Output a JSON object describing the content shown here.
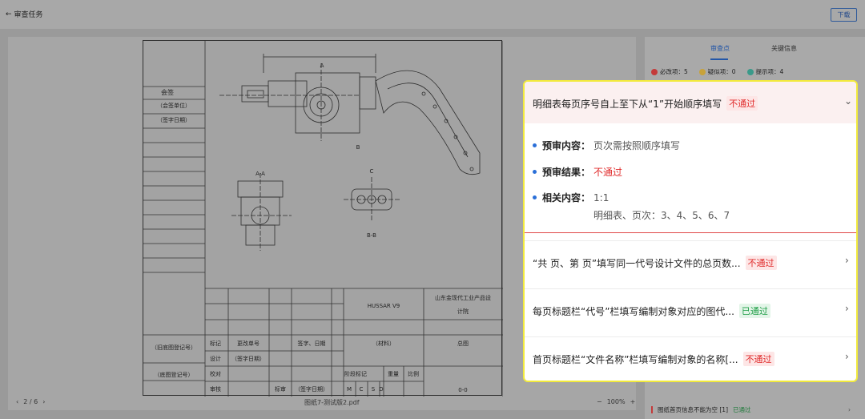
{
  "topbar": {
    "back_label": "审查任务",
    "download_label": "下载"
  },
  "drawing": {
    "left_labels": [
      "会签",
      "（会签单位）",
      "（签字日期）",
      "（旧底图登记号）",
      "（底图登记号）"
    ],
    "tb_hussar": "HUSSAR V9",
    "tb_company_1": "山东金现代工业产品设",
    "tb_company_2": "计院",
    "tb_material": "（材料）",
    "tb_overview": "总图",
    "tb_code": "0-0",
    "tb_mark": "标记",
    "tb_change_no": "更改单号",
    "tb_sign_date": "签字、日期",
    "tb_design": "设计",
    "tb_sign_date2": "（签字日期）",
    "tb_check": "校对",
    "tb_review": "审核",
    "tb_standard": "标审",
    "tb_sign_date3": "（签字日期）",
    "tb_stage": "阶段标记",
    "tb_weight": "重量",
    "tb_scale": "比例",
    "tb_m": "M",
    "tb_c": "C",
    "tb_s": "S",
    "tb_d": "D",
    "view_aa": "A-A",
    "view_c": "C",
    "view_bb": "B-B",
    "label_a": "A",
    "label_b": "B"
  },
  "viewer": {
    "page_prev": "‹",
    "page_current": "2",
    "page_sep": "/",
    "page_total": "6",
    "page_next": "›",
    "filename": "图纸7-测试版2.pdf",
    "zoom_minus": "−",
    "zoom_level": "100%",
    "zoom_plus": "+"
  },
  "panel": {
    "tab_review": "审查点",
    "tab_info": "关键信息",
    "must_label": "必改项：5",
    "doubt_label": "疑似项：0",
    "hint_label": "提示项：4",
    "bottom_item": "图纸首页信息不能为空 [1]",
    "bottom_status": "已通过"
  },
  "popover": {
    "title": "明细表每页序号自上至下从“1”开始顺序填写",
    "title_status": "不通过",
    "pre_content_key": "预审内容：",
    "pre_content_val": "页次需按照顺序填写",
    "pre_result_key": "预审结果：",
    "pre_result_val": "不通过",
    "related_key": "相关内容：",
    "related_val": "1:1",
    "related_sub": "明细表、页次：3、4、5、6、7",
    "rows": [
      {
        "text": "“共 页、第 页”填写同一代号设计文件的总页数...",
        "status": "不通过",
        "pass": false
      },
      {
        "text": "每页标题栏“代号”栏填写编制对象对应的图代...",
        "status": "已通过",
        "pass": true
      },
      {
        "text": "首页标题栏“文件名称”栏填写编制对象的名称[...",
        "status": "不通过",
        "pass": false
      }
    ]
  },
  "colors": {
    "fail": "#e02b2b",
    "pass": "#1e9e46",
    "accent": "#2356a8",
    "highlight": "#f2ea3c"
  }
}
